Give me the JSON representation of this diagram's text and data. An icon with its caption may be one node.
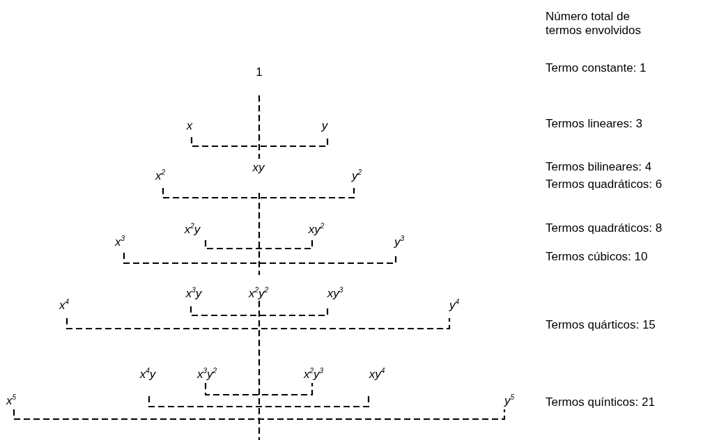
{
  "diagram": {
    "labels": [
      "Número total de termos envolvidos",
      "1",
      "Termo constante: 1",
      "x",
      "y",
      "Termos lineares: 3",
      "xy",
      "Termos bilineares: 4",
      "x$^{2}$",
      "y$^{2}$",
      "Termos quadráticos: 6",
      "x$^{2}$y",
      "xy$^{2}$",
      "Termos quadráticos: 8",
      "x$^{3}$",
      "y$^{3}$",
      "Termos cúbicos: 10",
      "x$^{3}$y",
      "x$^{2}$y$^{2}$",
      "xy$^{3}$",
      "x$^{4}$",
      "y$^{4}$",
      "Termos quárticos: 15",
      "x$^{4}$y",
      "x$^{3}$y$^{2}$",
      "x$^{2}$y$^{3}$",
      "xy$^{4}$",
      "x$^{5}$",
      "y$^{5}$",
      "Termos quínticos: 21"
    ]
  }
}
